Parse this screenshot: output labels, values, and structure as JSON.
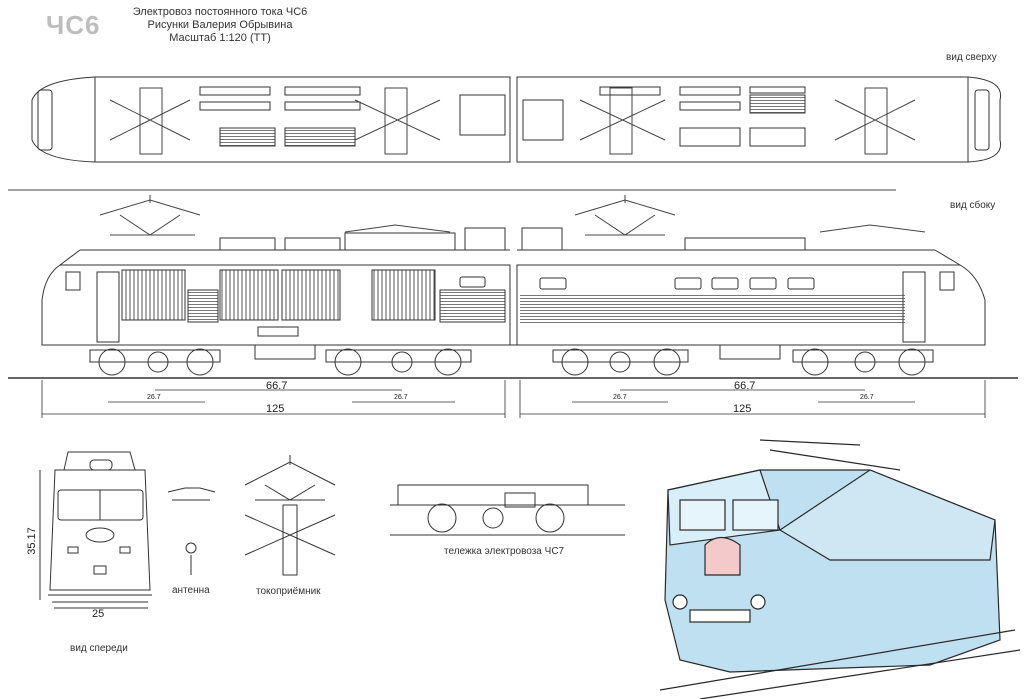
{
  "header": {
    "logo": "ЧС6",
    "line1": "Электровоз постоянного тока ЧС6",
    "line2": "Рисунки Валерия Обрывина",
    "line3": "Масштаб 1:120 (ТТ)"
  },
  "views": {
    "top": "вид сверху",
    "side": "вид сбоку",
    "front": "вид спереди"
  },
  "dimensions": {
    "bogie_base": "66.7",
    "axle_pitch": "26.7",
    "section_length": "125",
    "height": "35.17",
    "width": "25"
  },
  "parts": {
    "antenna": "антенна",
    "pantograph": "токоприёмник",
    "bogie": "тележка электровоза ЧС7"
  },
  "colors": {
    "line": "#333333",
    "sketch_body": "#bfe0f0",
    "logo": "#bdbdbd"
  }
}
